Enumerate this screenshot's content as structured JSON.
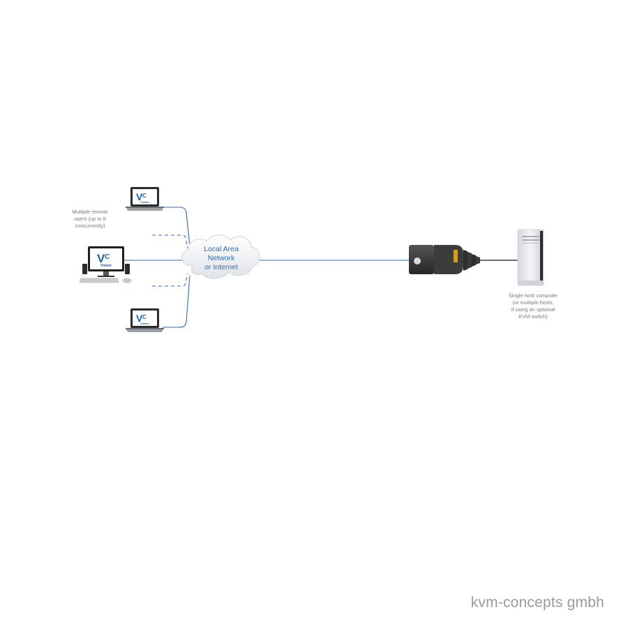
{
  "labels": {
    "remote_users": "Multiple remote\nusers (up to 8\nconcurrently)",
    "cloud": "Local Area\nNetwork\nor Internet",
    "host": "Single host computer\n(or multiple hosts,\nif using an optional\nKVM switch)"
  },
  "vnc": {
    "logo_v": "V",
    "logo_c": "C",
    "viewer": "Viewer"
  },
  "watermark": "kvm-concepts gmbh",
  "colors": {
    "link": "#2e6db4",
    "cloud_text": "#2e6db4",
    "label_text": "#7a7a7a",
    "device_body": "#3a3a3a",
    "watermark": "#9a9a9a"
  }
}
